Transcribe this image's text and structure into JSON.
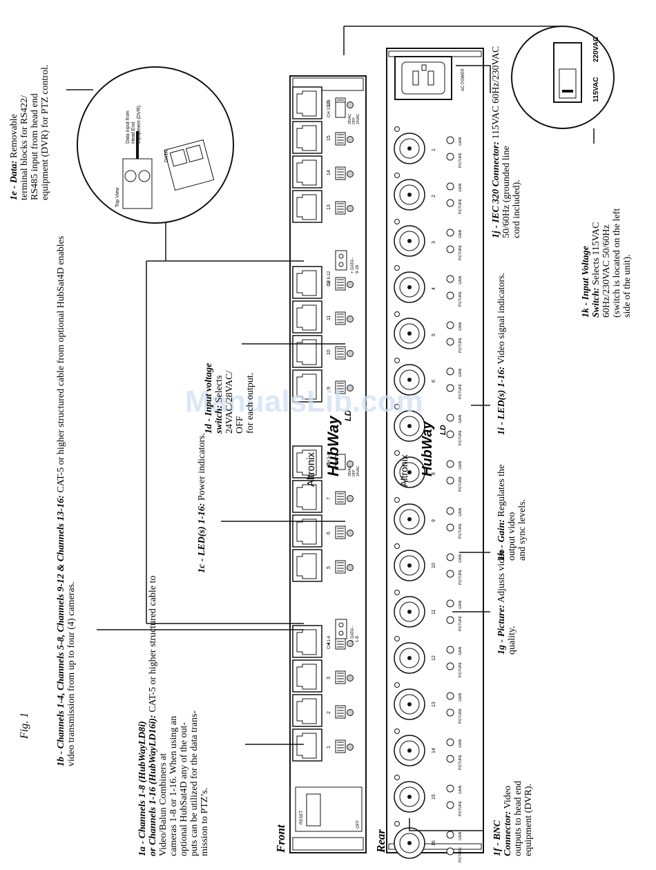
{
  "figure_label": "Fig. 1",
  "panel_labels": {
    "front": "Front",
    "rear": "Rear"
  },
  "watermark": "ManualsLib.com",
  "brand": {
    "name": "Altronix",
    "product": "HubWay",
    "model": "LD"
  },
  "front_panel": {
    "reset": "RESET",
    "off": "OFF",
    "channel_numbers": [
      "1",
      "2",
      "3",
      "4",
      "5",
      "6",
      "7",
      "8",
      "9",
      "10",
      "11",
      "12",
      "13",
      "14",
      "15",
      "16"
    ],
    "group_labels": [
      "CH 1-4",
      "CH 5-8",
      "CH 9-12",
      "CH 13-16"
    ],
    "voltage_options": [
      "28VAC",
      "OFF",
      "24VAC"
    ],
    "data_labels": [
      "+ DATA -\n1-8",
      "+ DATA -\n9-16"
    ]
  },
  "rear_panel": {
    "channel_numbers": [
      "1",
      "2",
      "3",
      "4",
      "5",
      "6",
      "7",
      "8",
      "9",
      "10",
      "11",
      "12",
      "13",
      "14",
      "15",
      "16"
    ],
    "knob_labels": [
      "PICTURE",
      "GAIN"
    ],
    "ac_power": "AC POWER"
  },
  "inset_data": {
    "top_view": "Top View",
    "data": "DATA",
    "note": "Data input from\nHead End\nEquipment (DVR)."
  },
  "inset_switch": {
    "v115": "115VAC",
    "v220": "220VAC"
  },
  "callouts": {
    "c1a": {
      "title": "1a - Channels 1-8 (HubWayLD8i)\nor Channels 1-16 (HubWayLD16i):",
      "body": "CAT-5 or higher structured cable to\nVideo/Balun Combiners at\ncameras 1-8 or 1-16. When using an\noptional HubSat4D any of the out-\nputs can be utilized for the data trans-\nmission to PTZ’s."
    },
    "c1b": {
      "title": "1b - Channels 1-4, Channels 5-8, Channels 9-12 & Channels 13-16:",
      "body": "CAT-5 or higher structured cable from optional HubSat4D enables\nvideo transmission from up to four (4) cameras."
    },
    "c1c": {
      "title": "1c - LED(s) 1-16:",
      "body": "Power indicators."
    },
    "c1d": {
      "title": "1d - Input voltage\nswitch:",
      "body": "Selects\n24VAC/28VAC/\nOFF\nfor each output."
    },
    "c1e": {
      "title": "1e - Data:",
      "body": "Removable\nterminal blocks for RS422/\nRS485 input from head end\nequipment (DVR) for PTZ control."
    },
    "c1f": {
      "title": "1f - BNC\nConnector:",
      "body": "Video\noutputs to head end\nequipment (DVR)."
    },
    "c1g": {
      "title": "1g - Picture:",
      "body": "Adjusts video\nquality."
    },
    "c1h": {
      "title": "1h - Gain:",
      "body": "Regulates the\noutput video\nand sync levels."
    },
    "c1i": {
      "title": "1i - LED(s) 1-16:",
      "body": "Video signal indicators."
    },
    "c1j": {
      "title": "1j - IEC 320 Connector:",
      "body": "115VAC 60Hz/230VAC\n50/60Hz (grounded line\ncord included)."
    },
    "c1k": {
      "title": "1k - Input Voltage\nSwitch:",
      "body": "Selects 115VAC\n60Hz/230VAC 50/60Hz\n(switch is located on the left\nside of the unit)."
    }
  }
}
